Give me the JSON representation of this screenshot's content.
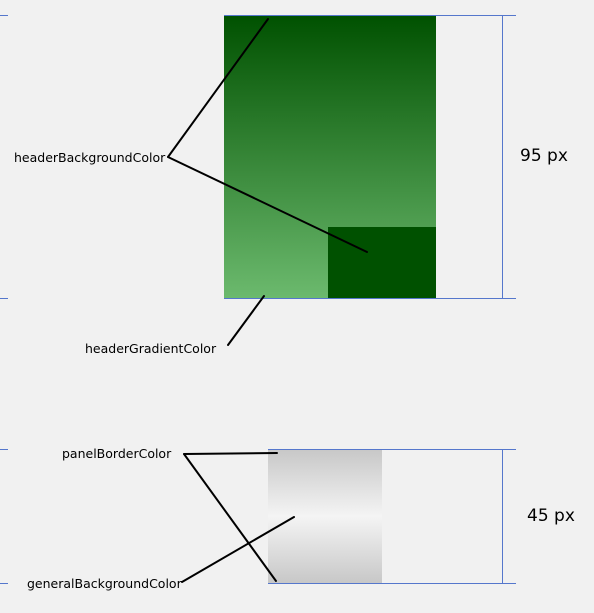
{
  "labels": {
    "header_background": "headerBackgroundColor",
    "header_gradient": "headerGradientColor",
    "panel_border": "panelBorderColor",
    "general_background": "generalBackgroundColor"
  },
  "dimensions": {
    "header_height": "95 px",
    "panel_height": "45 px"
  },
  "colors": {
    "page_background": "#f1f1f1",
    "header_dark": "#005100",
    "header_light": "#6cba6e",
    "panel_edge": "#c7c7c7",
    "panel_center": "#f4f4f4",
    "guide_line": "#5577cc",
    "callout_line": "#000000"
  }
}
